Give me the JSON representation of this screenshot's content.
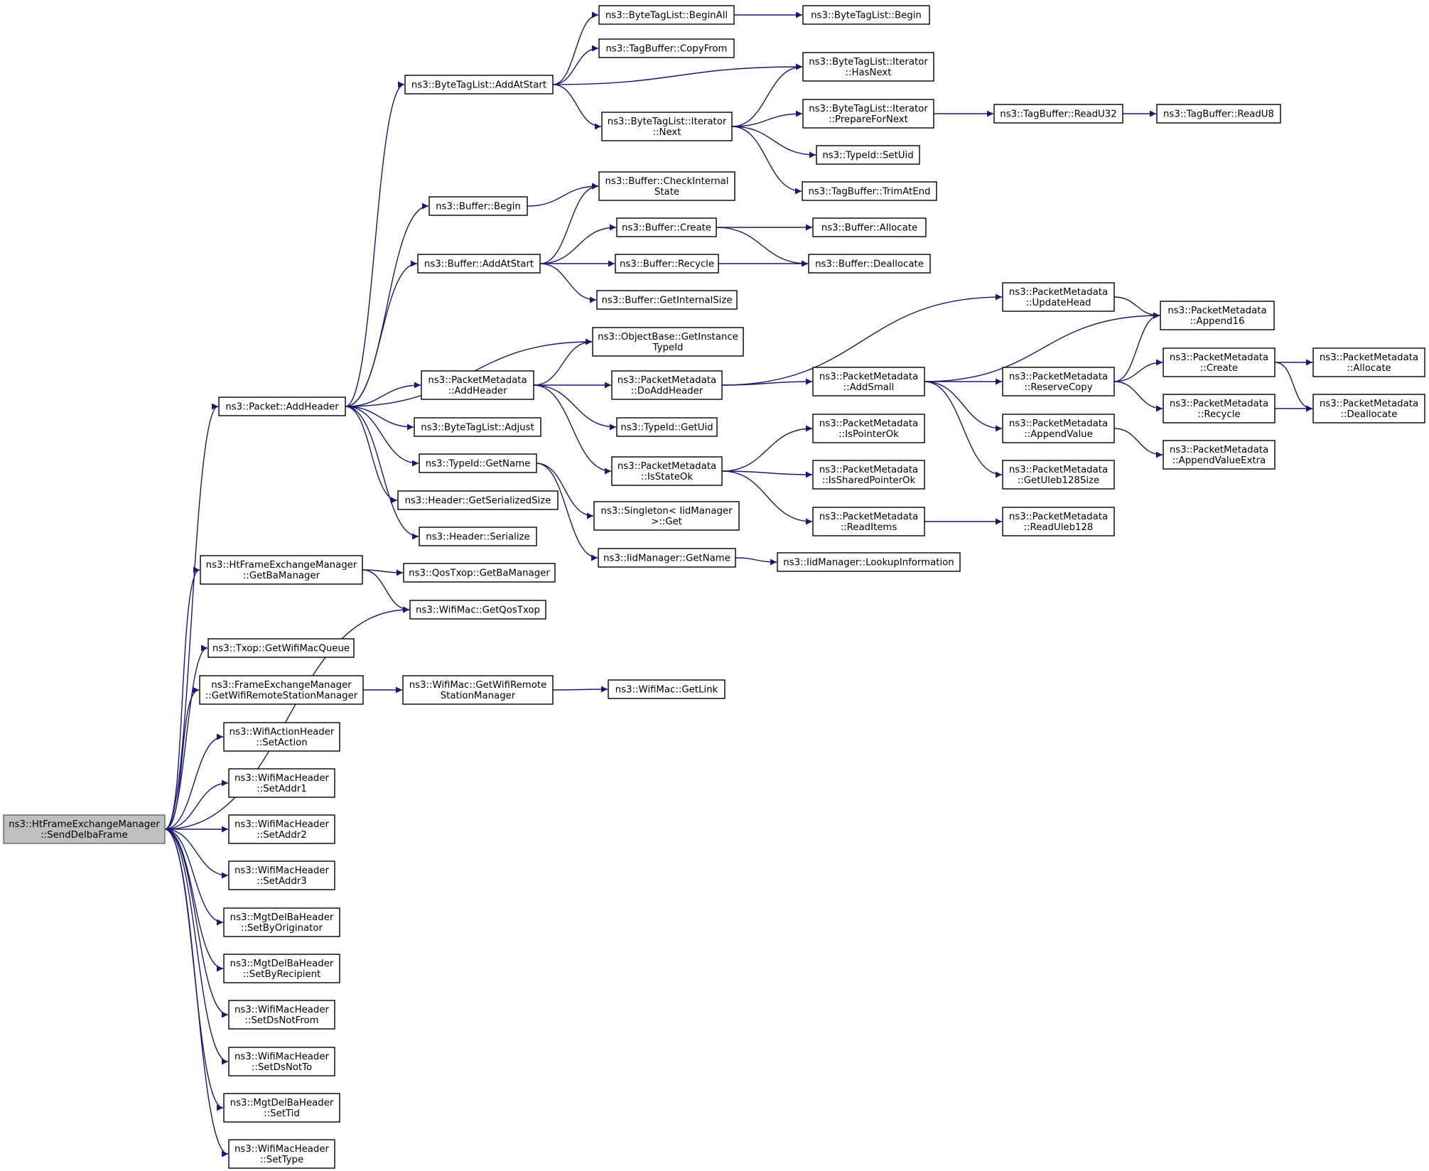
{
  "colors": {
    "edge": "#191970",
    "root_fill": "#bfbfbf",
    "node_fill": "#ffffff",
    "node_border": "#000000"
  },
  "root": "ns3::HtFrameExchangeManager\n::SendDelbaFrame",
  "nodes": [
    {
      "id": "root",
      "label": "ns3::HtFrameExchangeManager\n::SendDelbaFrame"
    },
    {
      "id": "pkt_addheader",
      "label": "ns3::Packet::AddHeader"
    },
    {
      "id": "ht_getbamgr",
      "label": "ns3::HtFrameExchangeManager\n::GetBaManager"
    },
    {
      "id": "txop_getq",
      "label": "ns3::Txop::GetWifiMacQueue"
    },
    {
      "id": "fem_getwrsm",
      "label": "ns3::FrameExchangeManager\n::GetWifiRemoteStationManager"
    },
    {
      "id": "wah_setaction",
      "label": "ns3::WifiActionHeader\n::SetAction"
    },
    {
      "id": "wmh_setaddr1",
      "label": "ns3::WifiMacHeader\n::SetAddr1"
    },
    {
      "id": "wmh_setaddr2",
      "label": "ns3::WifiMacHeader\n::SetAddr2"
    },
    {
      "id": "wmh_setaddr3",
      "label": "ns3::WifiMacHeader\n::SetAddr3"
    },
    {
      "id": "mdb_setbyorig",
      "label": "ns3::MgtDelBaHeader\n::SetByOriginator"
    },
    {
      "id": "mdb_setbyrecip",
      "label": "ns3::MgtDelBaHeader\n::SetByRecipient"
    },
    {
      "id": "wmh_setdsnotfrom",
      "label": "ns3::WifiMacHeader\n::SetDsNotFrom"
    },
    {
      "id": "wmh_setdsnotto",
      "label": "ns3::WifiMacHeader\n::SetDsNotTo"
    },
    {
      "id": "mdb_settid",
      "label": "ns3::MgtDelBaHeader\n::SetTid"
    },
    {
      "id": "wmh_settype",
      "label": "ns3::WifiMacHeader\n::SetType"
    },
    {
      "id": "btl_addatstart",
      "label": "ns3::ByteTagList::AddAtStart"
    },
    {
      "id": "buf_begin",
      "label": "ns3::Buffer::Begin"
    },
    {
      "id": "buf_addatstart",
      "label": "ns3::Buffer::AddAtStart"
    },
    {
      "id": "obj_getinst",
      "label": "ns3::ObjectBase::GetInstance\nTypeId"
    },
    {
      "id": "pm_addheader",
      "label": "ns3::PacketMetadata\n::AddHeader"
    },
    {
      "id": "btl_adjust",
      "label": "ns3::ByteTagList::Adjust"
    },
    {
      "id": "tid_getname",
      "label": "ns3::TypeId::GetName"
    },
    {
      "id": "hdr_getsersize",
      "label": "ns3::Header::GetSerializedSize"
    },
    {
      "id": "hdr_serialize",
      "label": "ns3::Header::Serialize"
    },
    {
      "id": "qos_getbamgr",
      "label": "ns3::QosTxop::GetBaManager"
    },
    {
      "id": "wm_getqostxop",
      "label": "ns3::WifiMac::GetQosTxop"
    },
    {
      "id": "wm_getwrsm",
      "label": "ns3::WifiMac::GetWifiRemote\nStationManager"
    },
    {
      "id": "btl_beginall",
      "label": "ns3::ByteTagList::BeginAll"
    },
    {
      "id": "tb_copyfrom",
      "label": "ns3::TagBuffer::CopyFrom"
    },
    {
      "id": "btli_next",
      "label": "ns3::ByteTagList::Iterator\n::Next"
    },
    {
      "id": "buf_checkint",
      "label": "ns3::Buffer::CheckInternal\nState"
    },
    {
      "id": "buf_create",
      "label": "ns3::Buffer::Create"
    },
    {
      "id": "buf_recycle",
      "label": "ns3::Buffer::Recycle"
    },
    {
      "id": "buf_getintsize",
      "label": "ns3::Buffer::GetInternalSize"
    },
    {
      "id": "pm_doaddheader",
      "label": "ns3::PacketMetadata\n::DoAddHeader"
    },
    {
      "id": "tid_getuid",
      "label": "ns3::TypeId::GetUid"
    },
    {
      "id": "pm_isstateok",
      "label": "ns3::PacketMetadata\n::IsStateOk"
    },
    {
      "id": "singleton_get",
      "label": "ns3::Singleton< IidManager\n>::Get"
    },
    {
      "id": "iid_getname",
      "label": "ns3::IidManager::GetName"
    },
    {
      "id": "wm_getlink",
      "label": "ns3::WifiMac::GetLink"
    },
    {
      "id": "btl_begin",
      "label": "ns3::ByteTagList::Begin"
    },
    {
      "id": "btli_hasnext",
      "label": "ns3::ByteTagList::Iterator\n::HasNext"
    },
    {
      "id": "btli_prepnext",
      "label": "ns3::ByteTagList::Iterator\n::PrepareForNext"
    },
    {
      "id": "tid_setuid",
      "label": "ns3::TypeId::SetUid"
    },
    {
      "id": "tb_trimatend",
      "label": "ns3::TagBuffer::TrimAtEnd"
    },
    {
      "id": "buf_allocate",
      "label": "ns3::Buffer::Allocate"
    },
    {
      "id": "buf_deallocate",
      "label": "ns3::Buffer::Deallocate"
    },
    {
      "id": "pm_addsmall",
      "label": "ns3::PacketMetadata\n::AddSmall"
    },
    {
      "id": "pm_isptrok",
      "label": "ns3::PacketMetadata\n::IsPointerOk"
    },
    {
      "id": "pm_issharedptrok",
      "label": "ns3::PacketMetadata\n::IsSharedPointerOk"
    },
    {
      "id": "pm_readitems",
      "label": "ns3::PacketMetadata\n::ReadItems"
    },
    {
      "id": "iid_lookupinfo",
      "label": "ns3::IidManager::LookupInformation"
    },
    {
      "id": "tb_readu32",
      "label": "ns3::TagBuffer::ReadU32"
    },
    {
      "id": "pm_updatehead",
      "label": "ns3::PacketMetadata\n::UpdateHead"
    },
    {
      "id": "pm_reservecopy",
      "label": "ns3::PacketMetadata\n::ReserveCopy"
    },
    {
      "id": "pm_appendvalue",
      "label": "ns3::PacketMetadata\n::AppendValue"
    },
    {
      "id": "pm_getuleb",
      "label": "ns3::PacketMetadata\n::GetUleb128Size"
    },
    {
      "id": "pm_readuleb",
      "label": "ns3::PacketMetadata\n::ReadUleb128"
    },
    {
      "id": "tb_readu8",
      "label": "ns3::TagBuffer::ReadU8"
    },
    {
      "id": "pm_append16",
      "label": "ns3::PacketMetadata\n::Append16"
    },
    {
      "id": "pm_create",
      "label": "ns3::PacketMetadata\n::Create"
    },
    {
      "id": "pm_recycle",
      "label": "ns3::PacketMetadata\n::Recycle"
    },
    {
      "id": "pm_appendvalueextra",
      "label": "ns3::PacketMetadata\n::AppendValueExtra"
    },
    {
      "id": "pm_allocate",
      "label": "ns3::PacketMetadata\n::Allocate"
    },
    {
      "id": "pm_deallocate",
      "label": "ns3::PacketMetadata\n::Deallocate"
    }
  ],
  "edges": [
    [
      "root",
      "pkt_addheader"
    ],
    [
      "root",
      "ht_getbamgr"
    ],
    [
      "root",
      "wm_getqostxop"
    ],
    [
      "root",
      "txop_getq"
    ],
    [
      "root",
      "fem_getwrsm"
    ],
    [
      "root",
      "wah_setaction"
    ],
    [
      "root",
      "wmh_setaddr1"
    ],
    [
      "root",
      "wmh_setaddr2"
    ],
    [
      "root",
      "wmh_setaddr3"
    ],
    [
      "root",
      "mdb_setbyorig"
    ],
    [
      "root",
      "mdb_setbyrecip"
    ],
    [
      "root",
      "wmh_setdsnotfrom"
    ],
    [
      "root",
      "wmh_setdsnotto"
    ],
    [
      "root",
      "mdb_settid"
    ],
    [
      "root",
      "wmh_settype"
    ],
    [
      "pkt_addheader",
      "btl_addatstart"
    ],
    [
      "pkt_addheader",
      "buf_begin"
    ],
    [
      "pkt_addheader",
      "buf_addatstart"
    ],
    [
      "pkt_addheader",
      "obj_getinst"
    ],
    [
      "pkt_addheader",
      "pm_addheader"
    ],
    [
      "pkt_addheader",
      "btl_adjust"
    ],
    [
      "pkt_addheader",
      "tid_getname"
    ],
    [
      "pkt_addheader",
      "hdr_getsersize"
    ],
    [
      "pkt_addheader",
      "hdr_serialize"
    ],
    [
      "ht_getbamgr",
      "qos_getbamgr"
    ],
    [
      "ht_getbamgr",
      "wm_getqostxop"
    ],
    [
      "fem_getwrsm",
      "wm_getwrsm"
    ],
    [
      "wm_getwrsm",
      "wm_getlink"
    ],
    [
      "btl_addatstart",
      "btl_beginall"
    ],
    [
      "btl_addatstart",
      "tb_copyfrom"
    ],
    [
      "btl_addatstart",
      "btli_hasnext"
    ],
    [
      "btl_addatstart",
      "btli_next"
    ],
    [
      "btl_beginall",
      "btl_begin"
    ],
    [
      "btli_next",
      "btli_hasnext"
    ],
    [
      "btli_next",
      "btli_prepnext"
    ],
    [
      "btli_next",
      "tid_setuid"
    ],
    [
      "btli_next",
      "tb_trimatend"
    ],
    [
      "btli_prepnext",
      "tb_readu32"
    ],
    [
      "tb_readu32",
      "tb_readu8"
    ],
    [
      "buf_begin",
      "buf_checkint"
    ],
    [
      "buf_addatstart",
      "buf_checkint"
    ],
    [
      "buf_addatstart",
      "buf_create"
    ],
    [
      "buf_addatstart",
      "buf_recycle"
    ],
    [
      "buf_addatstart",
      "buf_getintsize"
    ],
    [
      "buf_create",
      "buf_allocate"
    ],
    [
      "buf_create",
      "buf_deallocate"
    ],
    [
      "buf_recycle",
      "buf_deallocate"
    ],
    [
      "pm_addheader",
      "obj_getinst"
    ],
    [
      "pm_addheader",
      "pm_doaddheader"
    ],
    [
      "pm_addheader",
      "tid_getuid"
    ],
    [
      "pm_addheader",
      "pm_isstateok"
    ],
    [
      "pm_doaddheader",
      "pm_updatehead"
    ],
    [
      "pm_doaddheader",
      "pm_addsmall"
    ],
    [
      "pm_updatehead",
      "pm_append16"
    ],
    [
      "pm_addsmall",
      "pm_append16"
    ],
    [
      "pm_addsmall",
      "pm_reservecopy"
    ],
    [
      "pm_addsmall",
      "pm_appendvalue"
    ],
    [
      "pm_addsmall",
      "pm_getuleb"
    ],
    [
      "pm_reservecopy",
      "pm_append16"
    ],
    [
      "pm_reservecopy",
      "pm_create"
    ],
    [
      "pm_reservecopy",
      "pm_recycle"
    ],
    [
      "pm_create",
      "pm_allocate"
    ],
    [
      "pm_create",
      "pm_deallocate"
    ],
    [
      "pm_recycle",
      "pm_deallocate"
    ],
    [
      "pm_appendvalue",
      "pm_appendvalueextra"
    ],
    [
      "pm_isstateok",
      "pm_isptrok"
    ],
    [
      "pm_isstateok",
      "pm_issharedptrok"
    ],
    [
      "pm_isstateok",
      "pm_readitems"
    ],
    [
      "pm_readitems",
      "pm_readuleb"
    ],
    [
      "tid_getname",
      "singleton_get"
    ],
    [
      "tid_getname",
      "iid_getname"
    ],
    [
      "iid_getname",
      "iid_lookupinfo"
    ]
  ]
}
